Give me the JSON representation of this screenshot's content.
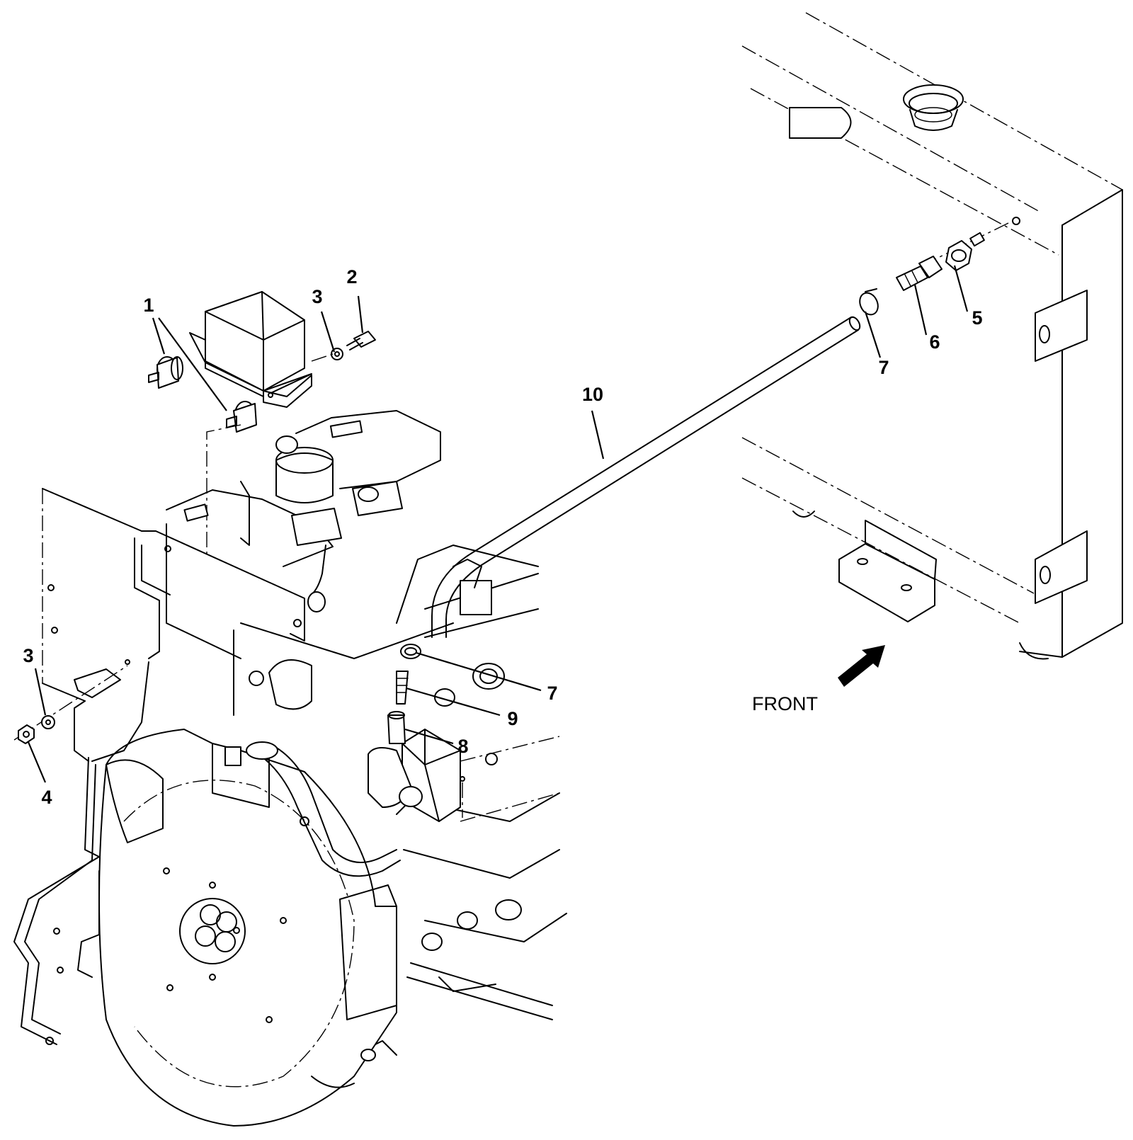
{
  "callouts": {
    "c1": "1",
    "c2": "2",
    "c3_top": "3",
    "c3_left": "3",
    "c4": "4",
    "c5": "5",
    "c6": "6",
    "c7_top": "7",
    "c7_lower": "7",
    "c8": "8",
    "c9": "9",
    "c10": "10"
  },
  "front_label": "FRONT"
}
